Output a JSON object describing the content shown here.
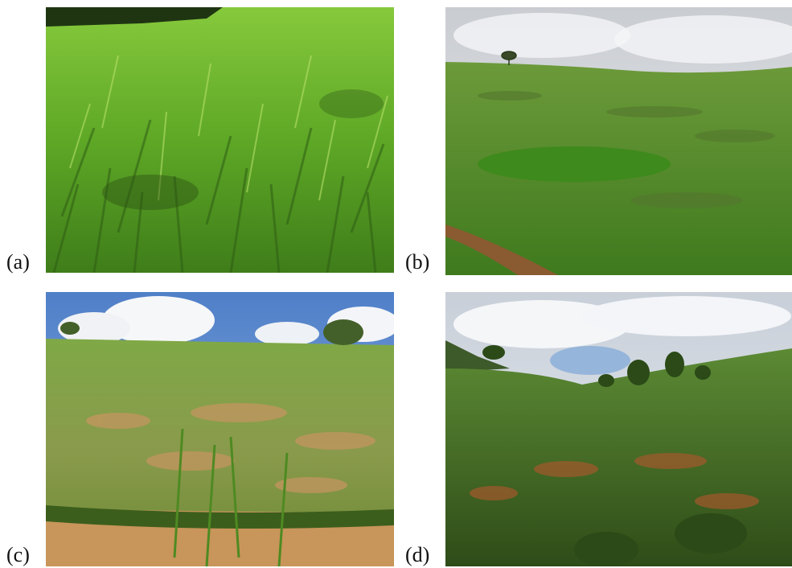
{
  "figure": {
    "panels": [
      {
        "label": "(a)",
        "depicts": "dense-green-grass-closeup"
      },
      {
        "label": "(b)",
        "depicts": "green-pasture-hillside-cloudy-sky"
      },
      {
        "label": "(c)",
        "depicts": "sparse-grass-exposed-soil-blue-sky"
      },
      {
        "label": "(d)",
        "depicts": "degraded-hillside-valley-shrubs"
      }
    ],
    "colors": {
      "grass_light": "#6fbf2e",
      "grass_mid": "#4e9a1f",
      "grass_dark": "#2f5e14",
      "soil": "#b98a4e",
      "soil_red": "#a4582c",
      "sky_blue": "#6d97d6",
      "cloud": "#f3f4f6",
      "overcast": "#d7dade"
    }
  }
}
